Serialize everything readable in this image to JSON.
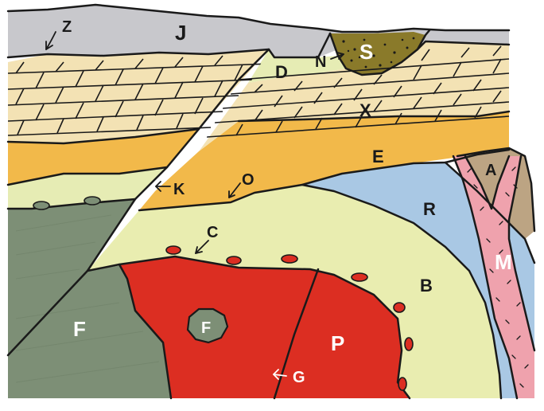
{
  "labels": {
    "J": "J",
    "Z": "Z",
    "S": "S",
    "N": "N",
    "D": "D",
    "X": "X",
    "E": "E",
    "K": "K",
    "O": "O",
    "A": "A",
    "R": "R",
    "M": "M",
    "C": "C",
    "B": "B",
    "F_left": "F",
    "F_inclusion": "F",
    "P": "P",
    "G": "G"
  },
  "colors": {
    "J_gray": "#c8c8cc",
    "S_sediment": "#8a7a2a",
    "limestone": "#f3e2b4",
    "E_orange": "#f2b94a",
    "pale_green": "#e6ecb4",
    "F_green": "#7d8f76",
    "P_red": "#dc2e22",
    "R_blue": "#a9c8e4",
    "A_tan": "#bca483",
    "M_pink": "#efa2ad",
    "B_yellowgreen": "#e9edb0"
  }
}
